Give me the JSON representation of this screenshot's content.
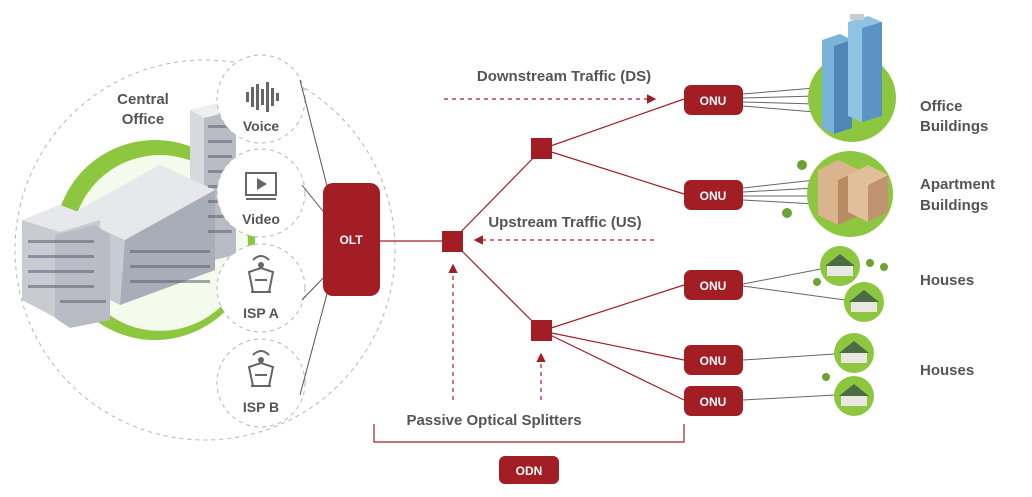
{
  "central_office": {
    "line1": "Central",
    "line2": "Office"
  },
  "services": {
    "voice": "Voice",
    "video": "Video",
    "isp_a": "ISP A",
    "isp_b": "ISP B"
  },
  "olt": "OLT",
  "onu": [
    "ONU",
    "ONU",
    "ONU",
    "ONU",
    "ONU"
  ],
  "traffic": {
    "downstream": "Downstream Traffic (DS)",
    "upstream": "Upstream Traffic (US)"
  },
  "splitters_label": "Passive Optical Splitters",
  "odn": "ODN",
  "destinations": {
    "office": {
      "line1": "Office",
      "line2": "Buildings"
    },
    "apartment": {
      "line1": "Apartment",
      "line2": "Buildings"
    },
    "houses_1": "Houses",
    "houses_2": "Houses"
  },
  "colors": {
    "accent": "#a31d24",
    "green": "#8dc63f",
    "text": "#555555",
    "dashed": "#b5b5b5"
  }
}
